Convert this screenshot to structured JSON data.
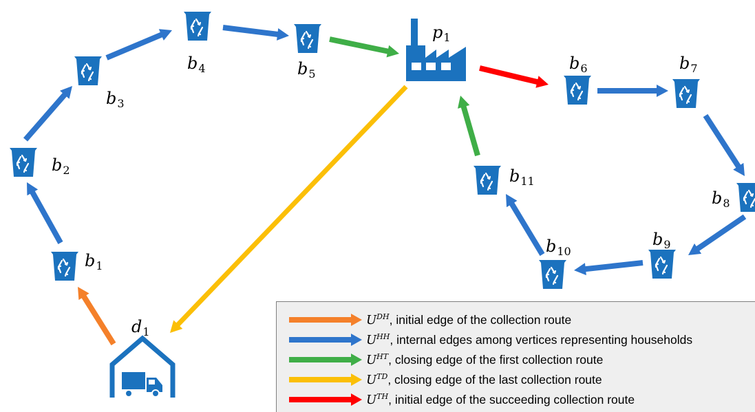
{
  "nodes": {
    "b1": {
      "base": "b",
      "sub": "1"
    },
    "b2": {
      "base": "b",
      "sub": "2"
    },
    "b3": {
      "base": "b",
      "sub": "3"
    },
    "b4": {
      "base": "b",
      "sub": "4"
    },
    "b5": {
      "base": "b",
      "sub": "5"
    },
    "b6": {
      "base": "b",
      "sub": "6"
    },
    "b7": {
      "base": "b",
      "sub": "7"
    },
    "b8": {
      "base": "b",
      "sub": "8"
    },
    "b9": {
      "base": "b",
      "sub": "9"
    },
    "b10": {
      "base": "b",
      "sub": "10"
    },
    "b11": {
      "base": "b",
      "sub": "11"
    },
    "p1": {
      "base": "p",
      "sub": "1"
    },
    "d1": {
      "base": "d",
      "sub": "1"
    }
  },
  "colors": {
    "DH": "#f4802a",
    "HH": "#2e75cb",
    "HT": "#3fae47",
    "TD": "#fbbf07",
    "TH": "#ff0000",
    "icon": "#1b72be"
  },
  "edges": [
    {
      "from": "d1",
      "to": "b1",
      "type": "DH"
    },
    {
      "from": "b1",
      "to": "b2",
      "type": "HH"
    },
    {
      "from": "b2",
      "to": "b3",
      "type": "HH"
    },
    {
      "from": "b3",
      "to": "b4",
      "type": "HH"
    },
    {
      "from": "b4",
      "to": "b5",
      "type": "HH"
    },
    {
      "from": "b5",
      "to": "p1",
      "type": "HT"
    },
    {
      "from": "p1",
      "to": "d1",
      "type": "TD"
    },
    {
      "from": "p1",
      "to": "b6",
      "type": "TH"
    },
    {
      "from": "b6",
      "to": "b7",
      "type": "HH"
    },
    {
      "from": "b7",
      "to": "b8",
      "type": "HH"
    },
    {
      "from": "b8",
      "to": "b9",
      "type": "HH"
    },
    {
      "from": "b9",
      "to": "b10",
      "type": "HH"
    },
    {
      "from": "b10",
      "to": "b11",
      "type": "HH"
    },
    {
      "from": "b11",
      "to": "p1",
      "type": "HT"
    }
  ],
  "legend": [
    {
      "type": "DH",
      "symbol": "U",
      "sup": "DH",
      "text": ", initial edge of the collection route"
    },
    {
      "type": "HH",
      "symbol": "U",
      "sup": "HH",
      "text": ", internal edges among vertices representing households"
    },
    {
      "type": "HT",
      "symbol": "U",
      "sup": "HT",
      "text": ", closing edge of the first collection route"
    },
    {
      "type": "TD",
      "symbol": "U",
      "sup": "TD",
      "text": ", closing edge of the last collection route"
    },
    {
      "type": "TH",
      "symbol": "U",
      "sup": "TH",
      "text": ", initial edge of the succeeding collection route"
    }
  ]
}
